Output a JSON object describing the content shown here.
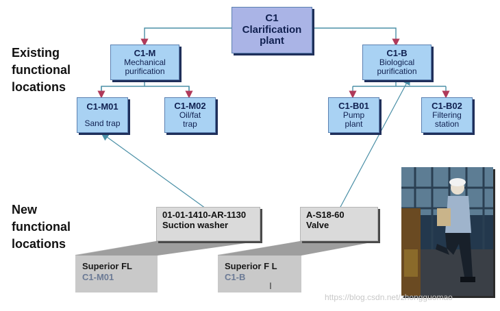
{
  "labels": {
    "existing": [
      "Existing",
      "functional",
      "locations"
    ],
    "new": [
      "New",
      "functional",
      "locations"
    ]
  },
  "root": {
    "code": "C1",
    "lines": [
      "Clarification",
      "plant"
    ]
  },
  "level1": [
    {
      "code": "C1-M",
      "lines": [
        "Mechanical",
        "purification"
      ]
    },
    {
      "code": "C1-B",
      "lines": [
        "Biological",
        "purification"
      ]
    }
  ],
  "level2": [
    {
      "code": "C1-M01",
      "lines": [
        "Sand trap"
      ]
    },
    {
      "code": "C1-M02",
      "lines": [
        "Oil/fat",
        "trap"
      ]
    },
    {
      "code": "C1-B01",
      "lines": [
        "Pump",
        "plant"
      ]
    },
    {
      "code": "C1-B02",
      "lines": [
        "Filtering",
        "station"
      ]
    }
  ],
  "new_locations": [
    {
      "code": "01-01-1410-AR-1130",
      "desc": "Suction washer",
      "superior_label": "Superior FL",
      "superior_value": "C1-M01"
    },
    {
      "code": "A-S18-60",
      "desc": "Valve",
      "superior_label": "Superior F L",
      "superior_value": "C1-B"
    }
  ],
  "watermark": "https://blog.csdn.net/zhongguomao",
  "colors": {
    "root_fill": "#aab4e6",
    "node_fill": "#a9d2f3",
    "connector": "#4a8fa6",
    "arrow_head": "#b03a5a",
    "new_box_fill": "#dadada",
    "superior_fill": "#c9c9c9"
  }
}
